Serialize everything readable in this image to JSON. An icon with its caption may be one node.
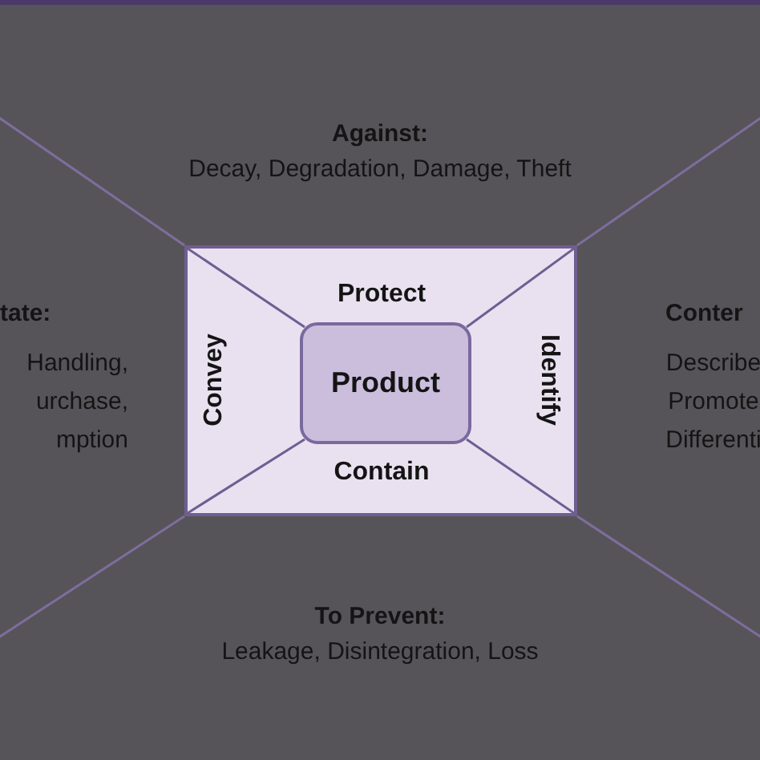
{
  "diagram": {
    "nodes": [
      {
        "text": [
          "Protect",
          "Convey",
          "Identify",
          "Contain"
        ]
      },
      {
        "text": [
          "Product"
        ],
        "in": 0
      }
    ],
    "labels": [
      "Against:",
      "Decay, Degradation, Damage, Theft",
      "tate:",
      "Handling, urchase, mption",
      "Conter",
      "Describe Promote Differenti",
      "To Prevent:",
      "Leakage, Disintegration, Loss"
    ]
  }
}
